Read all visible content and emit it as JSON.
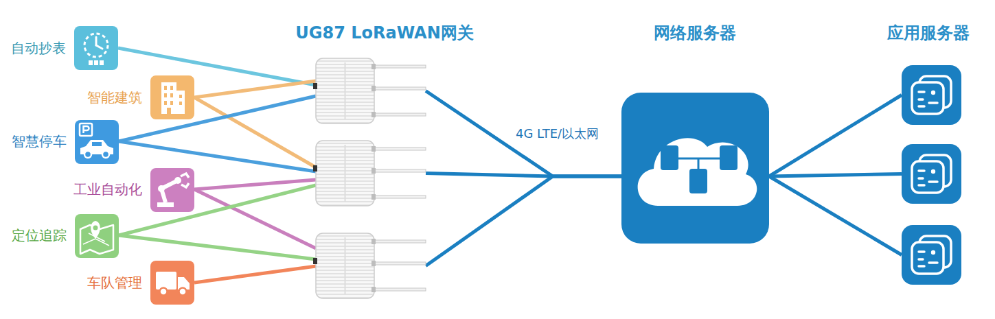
{
  "diagram": {
    "nodes": [
      {
        "text": [
          "自动抄表"
        ]
      },
      {
        "text": [
          "智能建筑"
        ]
      },
      {
        "text": [
          "智慧停车"
        ]
      },
      {
        "text": [
          "工业自动化"
        ]
      },
      {
        "text": [
          "定位追踪"
        ]
      },
      {
        "text": [
          "车队管理"
        ]
      },
      {
        "text": [
          "UG87 LoRaWAN网关"
        ]
      },
      {
        "text": []
      },
      {
        "text": []
      },
      {
        "text": [
          "网络服务器"
        ]
      },
      {
        "text": [
          "应用服务器"
        ]
      },
      {
        "text": []
      },
      {
        "text": []
      }
    ],
    "edges": [
      {
        "from": 0,
        "to": 6,
        "arrow": "none"
      },
      {
        "from": 1,
        "to": 6,
        "arrow": "none"
      },
      {
        "from": 1,
        "to": 7,
        "arrow": "none"
      },
      {
        "from": 2,
        "to": 6,
        "arrow": "none"
      },
      {
        "from": 2,
        "to": 7,
        "arrow": "none"
      },
      {
        "from": 3,
        "to": 7,
        "arrow": "none"
      },
      {
        "from": 3,
        "to": 8,
        "arrow": "none"
      },
      {
        "from": 4,
        "to": 7,
        "arrow": "none"
      },
      {
        "from": 4,
        "to": 8,
        "arrow": "none"
      },
      {
        "from": 5,
        "to": 8,
        "arrow": "none"
      },
      {
        "from": 6,
        "to": 9,
        "label": "4G LTE/以太网",
        "arrow": "none"
      },
      {
        "from": 7,
        "to": 9,
        "arrow": "none"
      },
      {
        "from": 8,
        "to": 9,
        "arrow": "none"
      },
      {
        "from": 9,
        "to": 10,
        "arrow": "none"
      },
      {
        "from": 9,
        "to": 11,
        "arrow": "none"
      },
      {
        "from": 9,
        "to": 12,
        "arrow": "none"
      }
    ]
  }
}
